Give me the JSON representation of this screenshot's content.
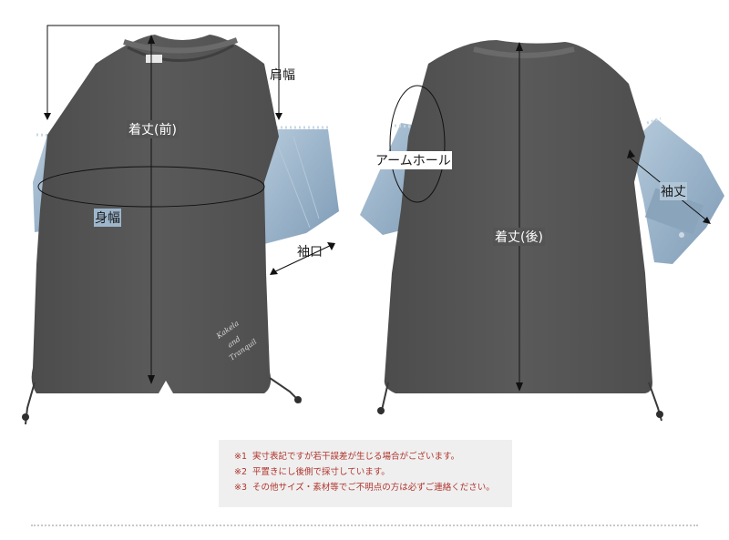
{
  "labels": {
    "front_length": "着丈(前)",
    "shoulder_width": "肩幅",
    "body_width": "身幅",
    "sleeve_opening": "袖口",
    "armhole": "アームホール",
    "back_length": "着丈(後)",
    "sleeve_length": "袖丈"
  },
  "print_text": {
    "line1": "Kakela",
    "line2": "and",
    "line3": "Tranquil"
  },
  "notes": [
    {
      "mark": "※1",
      "text": "実寸表記ですが若干誤差が生じる場合がございます。"
    },
    {
      "mark": "※2",
      "text": "平置きにし後側で採寸しています。"
    },
    {
      "mark": "※3",
      "text": "その他サイズ・素材等でご不明点の方は必ずご連絡ください。"
    }
  ],
  "colors": {
    "shirt": "#545454",
    "denim": "#9db6cc",
    "note_text": "#b0342c",
    "note_bg": "#efefef"
  }
}
